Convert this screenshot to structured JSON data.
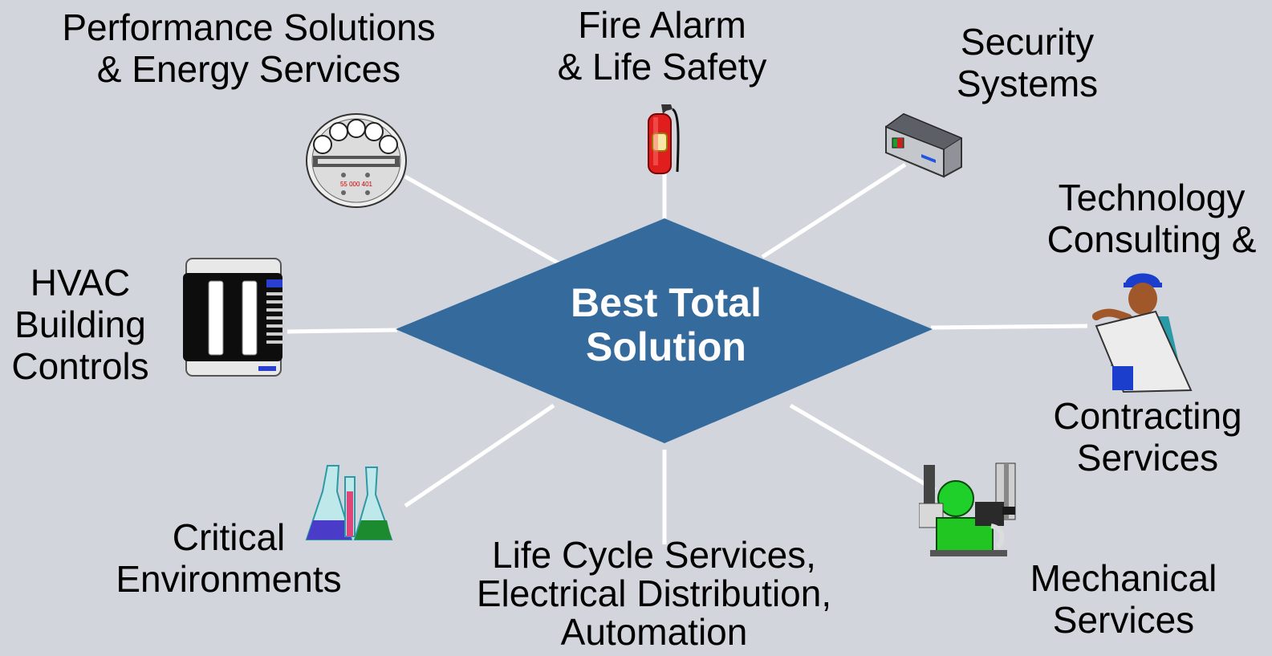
{
  "center": {
    "line1": "Best Total",
    "line2": "Solution"
  },
  "colors": {
    "background": "#d2d5dc",
    "diamond": "#346a9c",
    "spokes": "#ffffff"
  },
  "nodes": {
    "performance": {
      "line1": "Performance Solutions",
      "line2": "& Energy Services",
      "icon": "meter-icon",
      "meter_reading": "55 000 401"
    },
    "fire": {
      "line1": "Fire Alarm",
      "line2": "& Life Safety",
      "icon": "fire-extinguisher-icon"
    },
    "security": {
      "line1": "Security",
      "line2": "Systems",
      "icon": "card-reader-icon"
    },
    "technology": {
      "line1": "Technology",
      "line2": "Consulting &",
      "line3": "Contracting",
      "line4": "Services",
      "icon": "engineer-blueprint-icon"
    },
    "hvac": {
      "line1": "HVAC",
      "line2": "Building",
      "line3": "Controls",
      "icon": "controller-panel-icon"
    },
    "critical": {
      "line1": "Critical",
      "line2": "Environments",
      "icon": "lab-flasks-icon"
    },
    "lifecycle": {
      "line1": "Life Cycle Services,",
      "line2": "Electrical Distribution,",
      "line3": "Automation"
    },
    "mechanical": {
      "line1": "Mechanical",
      "line2": "Services",
      "icon": "pump-machinery-icon"
    }
  }
}
